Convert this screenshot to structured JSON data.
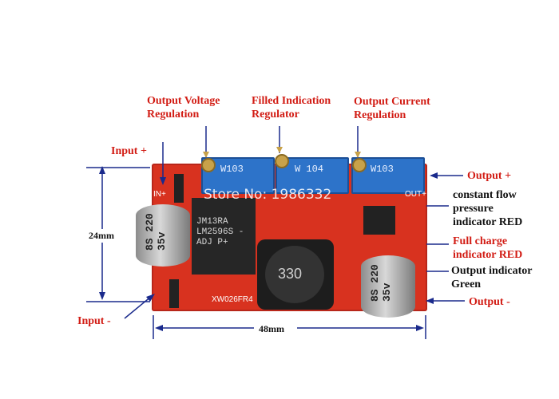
{
  "labels": {
    "output_voltage_line1": "Output Voltage",
    "output_voltage_line2": "Regulation",
    "filled_line1": "Filled Indication",
    "filled_line2": "Regulator",
    "output_current_line1": "Output Current",
    "output_current_line2": "Regulation",
    "input_plus": "Input +",
    "input_minus": "Input -",
    "output_plus": "Output +",
    "output_minus": "Output -",
    "cc_line1": "constant flow",
    "cc_line2": "pressure",
    "cc_line3": "indicator RED",
    "full_line1": "Full charge",
    "full_line2": "indicator RED",
    "outind_line1": "Output indicator",
    "outind_line2": "Green",
    "height_dim": "24mm",
    "width_dim": "48mm"
  },
  "board_text": {
    "pot_left": "W103",
    "pot_mid": "W 104",
    "pot_right": "W103",
    "ic_text": "JM13RA LM2596S -ADJ P+",
    "inductor": "330",
    "cap_text": "8S 220 35v",
    "watermark": "Store No: 1986332",
    "silk_in_plus": "IN+",
    "silk_out_plus": "OUT+",
    "silk_model": "XW026FR4"
  },
  "colors": {
    "label_red": "#d21c14",
    "label_blue": "#1a2a8c",
    "pcb": "#d8321f",
    "pot": "#2d73c9"
  }
}
